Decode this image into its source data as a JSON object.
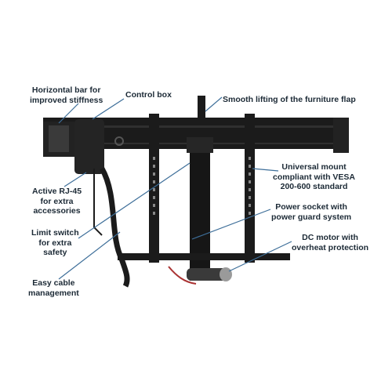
{
  "callouts": {
    "horizontal_bar": "Horizontal bar for\nimproved stiffness",
    "control_box": "Control box",
    "smooth_lifting": "Smooth lifting of the furniture flap",
    "universal_mount": "Universal mount\ncompliant with VESA\n200-600 standard",
    "active_rj45": "Active RJ-45\nfor extra\naccessories",
    "power_socket": "Power socket with\npower guard system",
    "limit_switch": "Limit switch\nfor extra\nsafety",
    "dc_motor": "DC motor with\noverheat protection",
    "easy_cable": "Easy cable\nmanagement"
  },
  "colors": {
    "text": "#1c2a36",
    "leader_line": "#3d6e99",
    "metal": "#1b1b1b"
  }
}
